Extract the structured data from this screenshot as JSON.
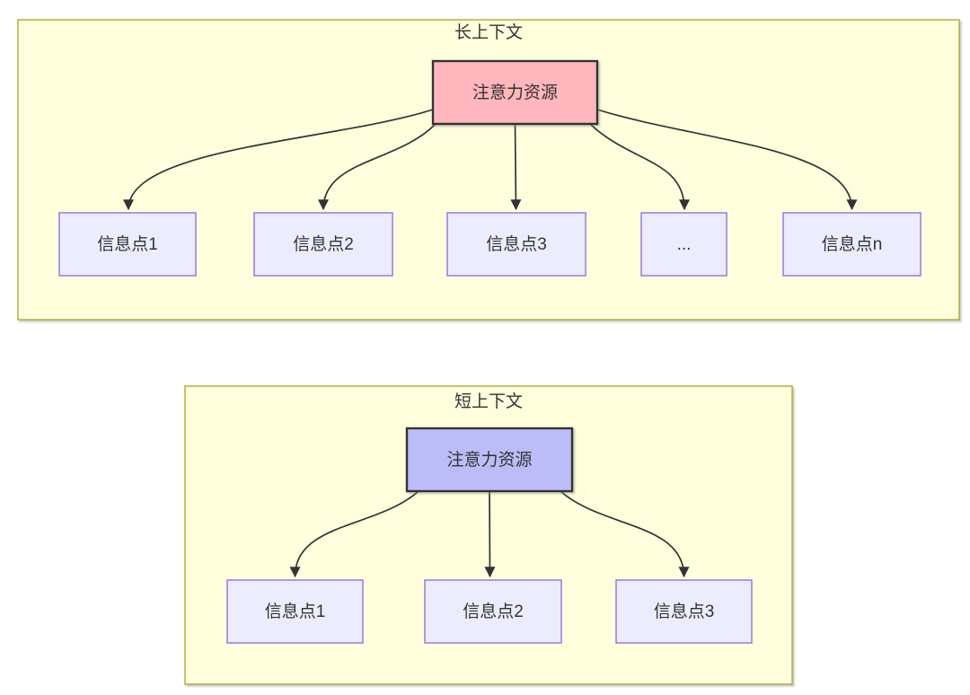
{
  "colors": {
    "page_background": "#ffffff",
    "cluster_fill": "#ffffde",
    "cluster_border": "#aaaa33",
    "node_fill": "#ececff",
    "node_border": "#9370DB",
    "attention_long_fill": "#ffb6bc",
    "attention_short_fill": "#bcbcf8",
    "attention_border": "#333333",
    "edge_color": "#333333",
    "text_color": "#333333"
  },
  "long": {
    "title": "长上下文",
    "attention": {
      "label": "注意力资源"
    },
    "nodes": [
      {
        "label": "信息点1"
      },
      {
        "label": "信息点2"
      },
      {
        "label": "信息点3"
      },
      {
        "label": "..."
      },
      {
        "label": "信息点n"
      }
    ]
  },
  "short": {
    "title": "短上下文",
    "attention": {
      "label": "注意力资源"
    },
    "nodes": [
      {
        "label": "信息点1"
      },
      {
        "label": "信息点2"
      },
      {
        "label": "信息点3"
      }
    ]
  }
}
